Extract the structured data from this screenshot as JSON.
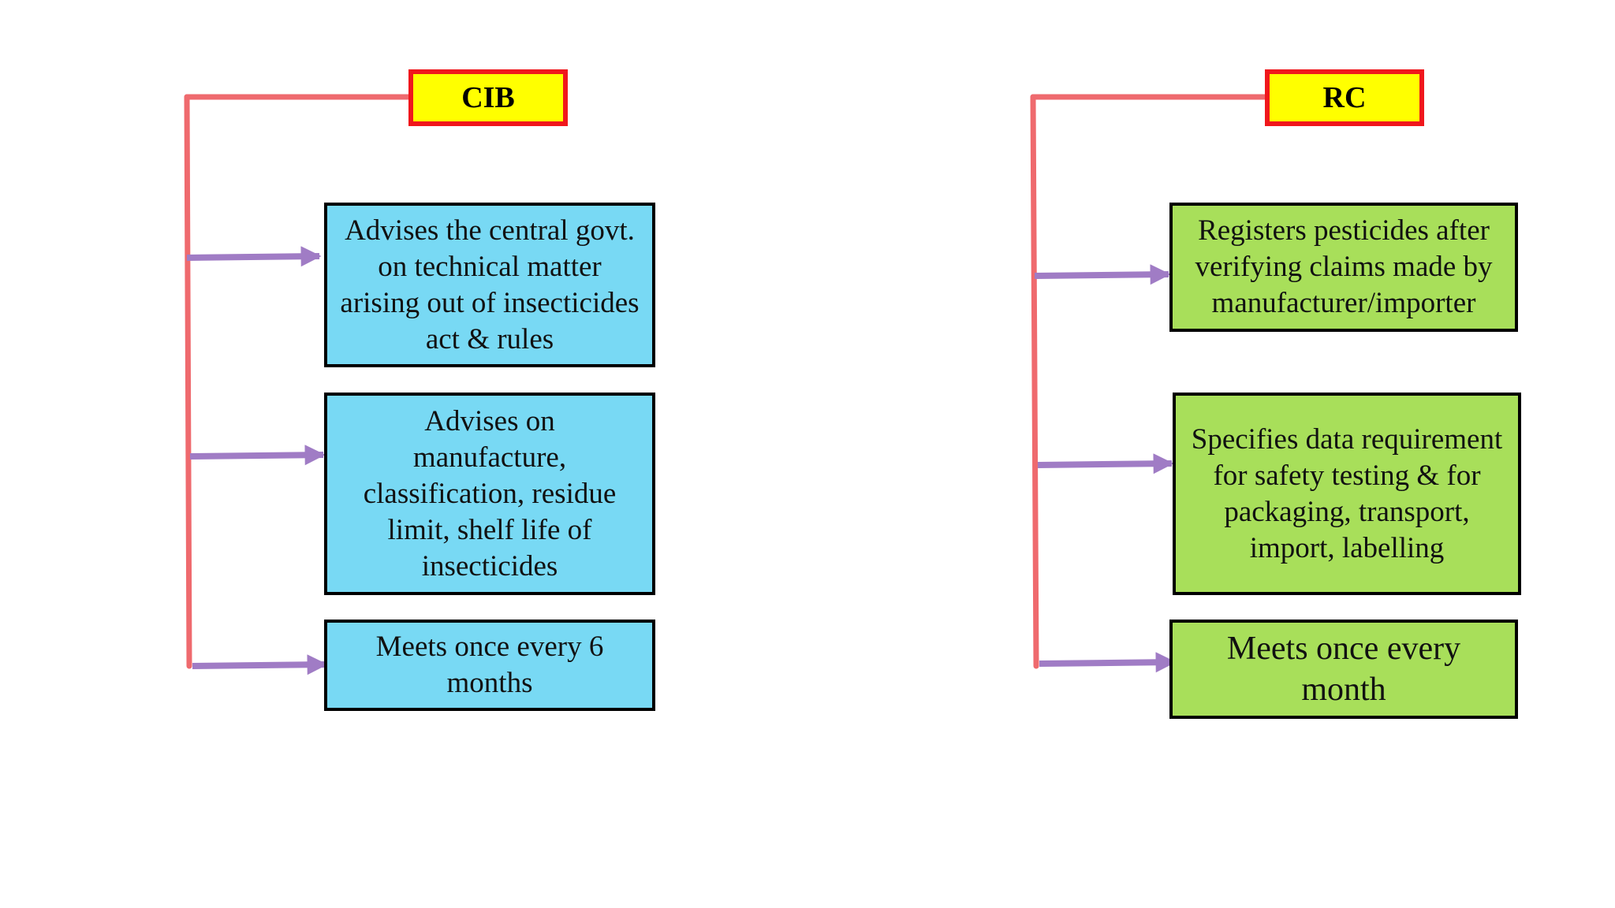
{
  "colors": {
    "title_fill": "#ffff00",
    "title_border": "#f0171c",
    "bracket_line": "#ef6a6e",
    "arrow": "#a07cc5",
    "cib_box_fill": "#78d9f4",
    "rc_box_fill": "#a8df5a",
    "box_border": "#000000"
  },
  "cib": {
    "title": "CIB",
    "items": [
      "Advises the central govt. on technical matter arising out of insecticides act & rules",
      "Advises on manufacture, classification, residue limit, shelf life of insecticides",
      "Meets once every 6 months"
    ]
  },
  "rc": {
    "title": "RC",
    "items": [
      "Registers pesticides after verifying claims made by manufacturer/importer",
      "Specifies data requirement for safety testing & for packaging, transport, import, labelling",
      "Meets once every month"
    ]
  }
}
